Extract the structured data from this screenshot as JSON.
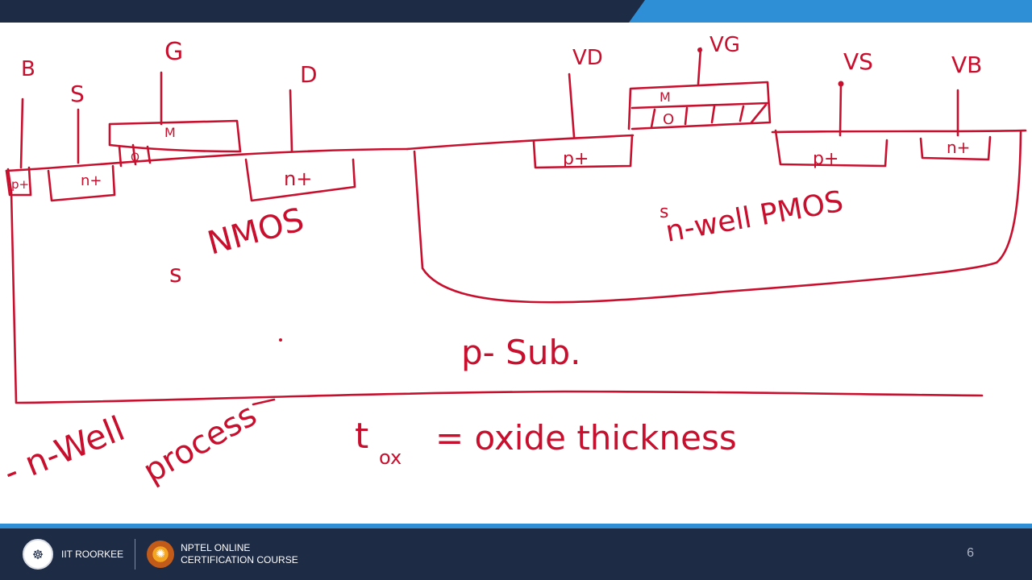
{
  "colors": {
    "ink": "#c8102e",
    "footer_bg": "#1e2b45",
    "accent_blue": "#2f8fd6",
    "top_bar": "#1e2b45"
  },
  "diagram": {
    "nmos": {
      "terminals": {
        "b": "B",
        "s": "S",
        "g": "G",
        "d": "D"
      },
      "body_contact": "p+",
      "source_diff": "n+",
      "drain_diff": "n+",
      "gate_metal": "M",
      "gate_oxide": "O",
      "label": "NMOS",
      "mark": "s"
    },
    "pmos": {
      "terminals": {
        "d": "VD",
        "g": "VG",
        "s": "VS",
        "b": "VB"
      },
      "drain_diff": "p+",
      "source_diff": "p+",
      "body_contact": "n+",
      "gate_metal": "M",
      "gate_oxide": "O",
      "label": "n-well PMOS",
      "mark": "s"
    },
    "substrate": "p- Sub.",
    "process_label_1": "- n-Well",
    "process_label_2": "process",
    "formula": {
      "lhs": "t",
      "subscript": "ox",
      "rhs": "= oxide thickness"
    }
  },
  "footer": {
    "iit_logo": "☸",
    "iit_label": "IIT ROORKEE",
    "nptel_logo": "✺",
    "nptel_line1": "NPTEL ONLINE",
    "nptel_line2": "CERTIFICATION COURSE",
    "page_number": "6"
  }
}
